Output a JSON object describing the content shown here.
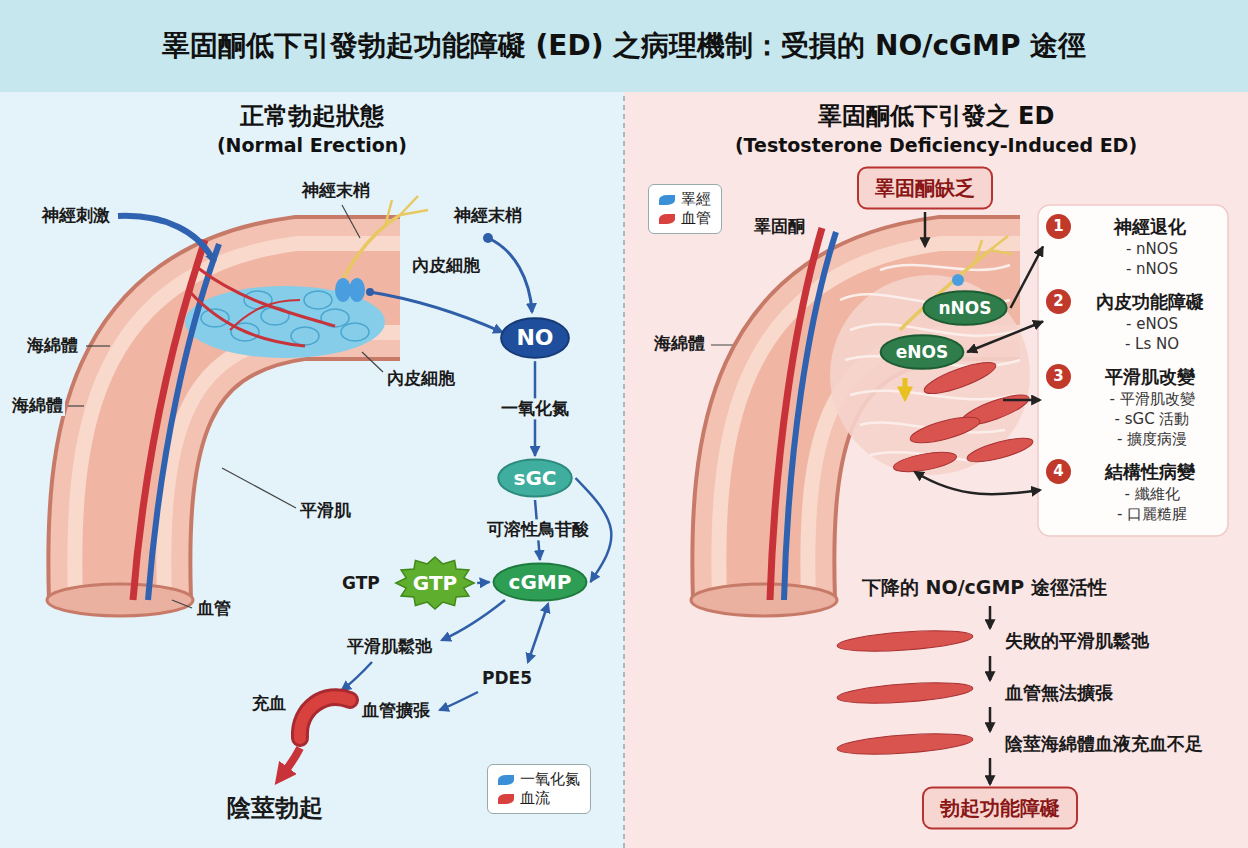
{
  "diagram": {
    "title": "睪固酮低下引發勃起功能障礙 (ED) 之病理機制：受損的 NO/cGMP 途徑",
    "nodes": [
      {
        "text": [
          "正常勃起狀態",
          "(Normal Erection)"
        ]
      },
      {
        "text": [
          "睪固酮低下引發之 ED",
          "(Testosterone Deficiency-Induced ED)"
        ]
      },
      {
        "text": [
          "NO"
        ],
        "in": 0
      },
      {
        "text": [
          "sGC"
        ],
        "in": 0
      },
      {
        "text": [
          "GTP"
        ],
        "in": 0
      },
      {
        "text": [
          "cGMP"
        ],
        "in": 0
      },
      {
        "text": [
          "睪固酮缺乏"
        ],
        "in": 1
      },
      {
        "text": [
          "nNOS"
        ],
        "in": 1
      },
      {
        "text": [
          "eNOS"
        ],
        "in": 1
      },
      {
        "text": [
          "1",
          "神經退化",
          "- nNOS",
          "- nNOS"
        ],
        "in": 1
      },
      {
        "text": [
          "2",
          "內皮功能障礙",
          "- eNOS",
          "- Ls NO"
        ],
        "in": 1
      },
      {
        "text": [
          "3",
          "平滑肌改變",
          "- 平滑肌改變",
          "- sGC 活動",
          "- 擴度病漫"
        ],
        "in": 1
      },
      {
        "text": [
          "4",
          "結構性病變",
          "- 纖維化",
          "- 口麗糙腥"
        ],
        "in": 1
      },
      {
        "text": [
          "勃起功能障礙"
        ],
        "in": 1
      }
    ],
    "edges": [
      {
        "from": 2,
        "to": 3,
        "arrow": "to",
        "label": "一氧化氮"
      },
      {
        "from": 3,
        "to": 5,
        "arrow": "to",
        "label": "可溶性鳥苷酸"
      },
      {
        "from": 4,
        "to": 5,
        "arrow": "to"
      },
      {
        "from": 3,
        "to": 5,
        "arrow": "to"
      },
      {
        "from": 7,
        "to": 9,
        "arrow": "to"
      },
      {
        "from": 8,
        "to": 10,
        "arrow": "both"
      }
    ],
    "labels": [
      "神經刺激",
      "神經末梢",
      "神經末梢",
      "內皮細胞",
      "內皮細胞",
      "海綿體",
      "海綿體",
      "平滑肌",
      "血管",
      "GTP",
      "平滑肌鬆弛",
      "PDE5",
      "充血",
      "血管擴張",
      "陰莖勃起",
      "睪固酮",
      "海綿體",
      "下降的 NO/cGMP 途徑活性",
      "失敗的平滑肌鬆弛",
      "血管無法擴張",
      "陰莖海綿體血液充血不足"
    ],
    "legend": [
      {
        "text": "一氧化氮",
        "color": "#3b8fd6"
      },
      {
        "text": "血流",
        "color": "#d9413f"
      },
      {
        "text": "睪經",
        "color": "#3b8fd6"
      },
      {
        "text": "血管",
        "color": "#d9413f"
      }
    ]
  }
}
